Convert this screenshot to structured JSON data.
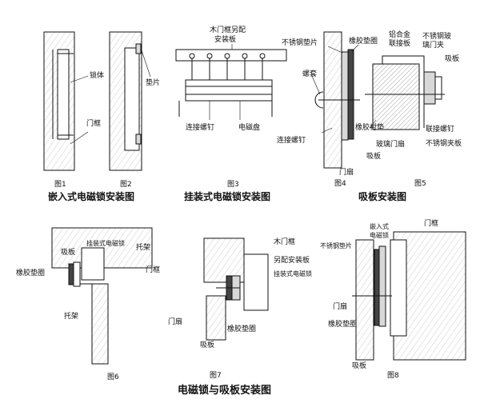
{
  "labels": {
    "lock_body": "锁体",
    "door_frame": "门框",
    "shim": "垫片",
    "fig1": "图1",
    "fig2": "图2",
    "embedded_title": "嵌入式电磁锁安装图",
    "wood_frame_plate": "木门框另配\n安装板",
    "connect_screw": "连接螺钉",
    "coil": "电磁盘",
    "fig3": "图3",
    "surface_title": "挂装式电磁锁安装图",
    "ss_shim": "不锈钢垫片",
    "rubber_pad": "橡胶垫圈",
    "alu_plate": "铝合金\n联接板",
    "ss_glass_clip": "不锈钢玻\n璃门夹",
    "armature": "吸板",
    "nut_sleeve": "螺套",
    "rubber_liner": "橡胶衬垫",
    "glass_door": "玻璃门扇",
    "armature2": "吸板",
    "connect_screw2": "连接螺钉",
    "connect_screw3": "联接螺钉",
    "ss_plate": "不锈钢夹板",
    "door_leaf": "门扇",
    "fig4": "图4",
    "fig5": "图5",
    "armature_title": "吸板安装图",
    "f6_armature": "吸板",
    "f6_surface_lock": "挂装式电磁锁",
    "f6_bracket": "托架",
    "f6_rubber": "橡胶垫圈",
    "f6_door_frame": "门框",
    "f6_bracket2": "托架",
    "fig6": "图6",
    "f7_wood_frame": "木门框",
    "f7_plate": "另配安装板",
    "f7_surface_lock": "挂装式电磁锁",
    "f7_door_leaf": "门扇",
    "f7_rubber": "橡胶垫圈",
    "f7_armature": "吸板",
    "fig7": "图7",
    "f8_embedded_lock": "嵌入式\n电磁锁",
    "f8_ss_shim": "不锈钢垫片",
    "f8_door_frame": "门框",
    "f8_door_leaf": "门扇",
    "f8_rubber": "橡胶垫圈",
    "f8_armature": "吸板",
    "fig8": "图8",
    "bottom_title": "电磁锁与吸板安装图"
  }
}
